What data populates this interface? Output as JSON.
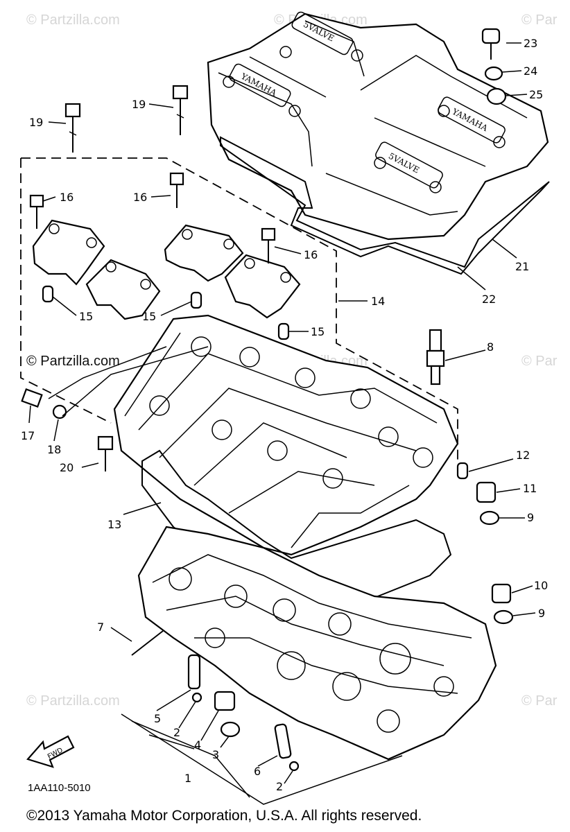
{
  "watermark": {
    "text": "© Partzilla.com",
    "short": "© Par"
  },
  "drawing_code": "1AA110-5010",
  "copyright": "©2013  Yamaha Motor Corporation, U.S.A. All rights reserved.",
  "fwd_label": "FWD",
  "cover_labels": [
    "YAMAHA",
    "YAMAHA",
    "5VALVE",
    "5VALVE"
  ],
  "callouts": {
    "c1": "1",
    "c2a": "2",
    "c2b": "2",
    "c3": "3",
    "c4": "4",
    "c5": "5",
    "c6": "6",
    "c7": "7",
    "c8": "8",
    "c9a": "9",
    "c9b": "9",
    "c10": "10",
    "c11": "11",
    "c12": "12",
    "c13": "13",
    "c14": "14",
    "c15a": "15",
    "c15b": "15",
    "c15c": "15",
    "c16a": "16",
    "c16b": "16",
    "c16c": "16",
    "c17": "17",
    "c18": "18",
    "c19a": "19",
    "c19b": "19",
    "c20": "20",
    "c21": "21",
    "c22": "22",
    "c23": "23",
    "c24": "24",
    "c25": "25"
  }
}
